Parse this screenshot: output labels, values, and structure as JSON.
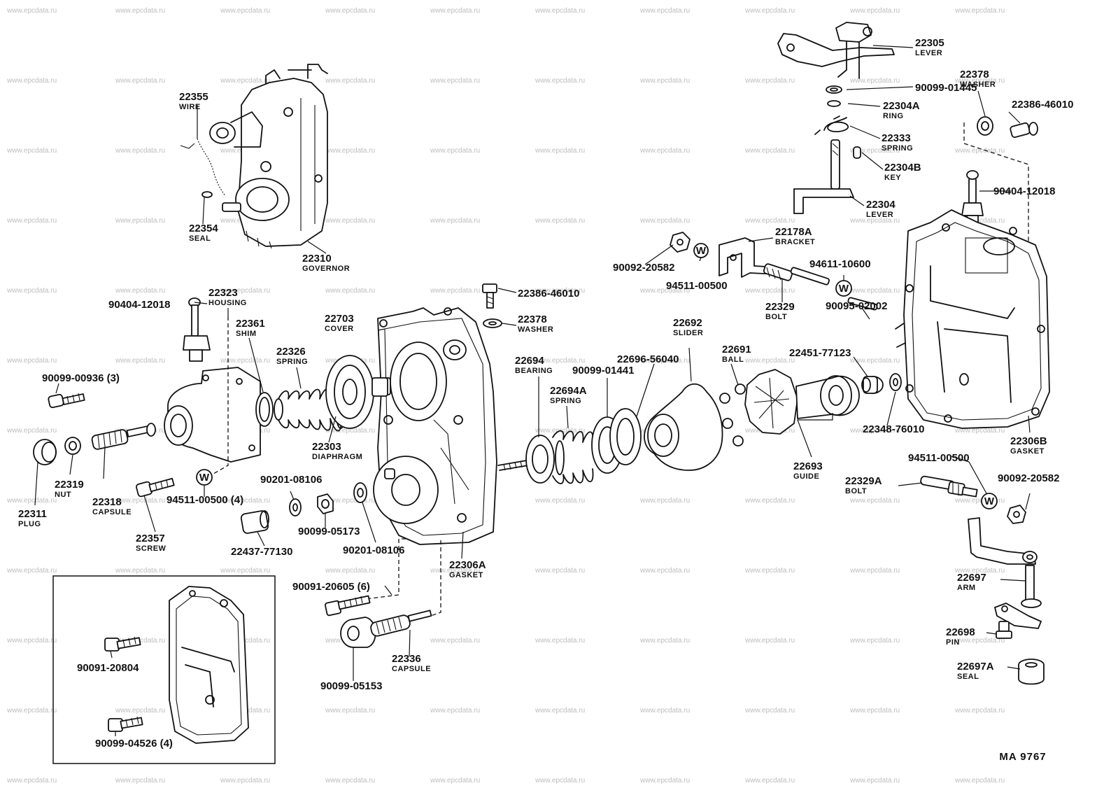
{
  "watermark": "www.epcdata.ru",
  "reference": "MA  9767",
  "washer_symbol": "W",
  "parts": [
    {
      "id": "p22305",
      "num": "22305",
      "name": "LEVER"
    },
    {
      "id": "p9009901445",
      "num": "90099-01445",
      "name": ""
    },
    {
      "id": "p22304A",
      "num": "22304A",
      "name": "RING"
    },
    {
      "id": "p22333",
      "num": "22333",
      "name": "SPRING"
    },
    {
      "id": "p22304B",
      "num": "22304B",
      "name": "KEY"
    },
    {
      "id": "p22304",
      "num": "22304",
      "name": "LEVER"
    },
    {
      "id": "p22378r",
      "num": "22378",
      "name": "WASHER"
    },
    {
      "id": "p22386r",
      "num": "22386-46010",
      "name": ""
    },
    {
      "id": "p90404r",
      "num": "90404-12018",
      "name": ""
    },
    {
      "id": "p22355",
      "num": "22355",
      "name": "WIRE"
    },
    {
      "id": "p22354",
      "num": "22354",
      "name": "SEAL"
    },
    {
      "id": "p22310",
      "num": "22310",
      "name": "GOVERNOR"
    },
    {
      "id": "p22178A",
      "num": "22178A",
      "name": "BRACKET"
    },
    {
      "id": "p9009220582a",
      "num": "90092-20582",
      "name": ""
    },
    {
      "id": "p9461110600",
      "num": "94611-10600",
      "name": ""
    },
    {
      "id": "p9451100500a",
      "num": "94511-00500",
      "name": ""
    },
    {
      "id": "p22329",
      "num": "22329",
      "name": "BOLT"
    },
    {
      "id": "p9009502002",
      "num": "90095-02002",
      "name": ""
    },
    {
      "id": "p22386c",
      "num": "22386-46010",
      "name": ""
    },
    {
      "id": "p22378c",
      "num": "22378",
      "name": "WASHER"
    },
    {
      "id": "p22323",
      "num": "22323",
      "name": "HOUSING"
    },
    {
      "id": "p90404l",
      "num": "90404-12018",
      "name": ""
    },
    {
      "id": "p22361",
      "num": "22361",
      "name": "SHIM"
    },
    {
      "id": "p22326",
      "num": "22326",
      "name": "SPRING"
    },
    {
      "id": "p22703",
      "num": "22703",
      "name": "COVER"
    },
    {
      "id": "p22692",
      "num": "22692",
      "name": "SLIDER"
    },
    {
      "id": "p22691",
      "num": "22691",
      "name": "BALL"
    },
    {
      "id": "p2269656040",
      "num": "22696-56040",
      "name": ""
    },
    {
      "id": "p2245177123",
      "num": "22451-77123",
      "name": ""
    },
    {
      "id": "p22694",
      "num": "22694",
      "name": "BEARING"
    },
    {
      "id": "p9009901441",
      "num": "90099-01441",
      "name": ""
    },
    {
      "id": "p22694A",
      "num": "22694A",
      "name": "SPRING"
    },
    {
      "id": "p9009900936",
      "num": "90099-00936 (3)",
      "name": ""
    },
    {
      "id": "p22303",
      "num": "22303",
      "name": "DIAPHRAGM"
    },
    {
      "id": "p2234876010",
      "num": "22348-76010",
      "name": ""
    },
    {
      "id": "p22306B",
      "num": "22306B",
      "name": "GASKET"
    },
    {
      "id": "p22693",
      "num": "22693",
      "name": "GUIDE"
    },
    {
      "id": "p9451100500b",
      "num": "94511-00500",
      "name": ""
    },
    {
      "id": "p22329A",
      "num": "22329A",
      "name": "BOLT"
    },
    {
      "id": "p9009220582b",
      "num": "90092-20582",
      "name": ""
    },
    {
      "id": "p22319",
      "num": "22319",
      "name": "NUT"
    },
    {
      "id": "p22318",
      "num": "22318",
      "name": "CAPSULE"
    },
    {
      "id": "p22311",
      "num": "22311",
      "name": "PLUG"
    },
    {
      "id": "p9451100500c",
      "num": "94511-00500 (4)",
      "name": ""
    },
    {
      "id": "p9020108106a",
      "num": "90201-08106",
      "name": ""
    },
    {
      "id": "p9009905173",
      "num": "90099-05173",
      "name": ""
    },
    {
      "id": "p22357",
      "num": "22357",
      "name": "SCREW"
    },
    {
      "id": "p2243777130",
      "num": "22437-77130",
      "name": ""
    },
    {
      "id": "p9020108106b",
      "num": "90201-08106",
      "name": ""
    },
    {
      "id": "p22306A",
      "num": "22306A",
      "name": "GASKET"
    },
    {
      "id": "p22697",
      "num": "22697",
      "name": "ARM"
    },
    {
      "id": "p9009120605",
      "num": "90091-20605 (6)",
      "name": ""
    },
    {
      "id": "p22698",
      "num": "22698",
      "name": "PIN"
    },
    {
      "id": "p22336",
      "num": "22336",
      "name": "CAPSULE"
    },
    {
      "id": "p22697A",
      "num": "22697A",
      "name": "SEAL"
    },
    {
      "id": "p9009905153",
      "num": "90099-05153",
      "name": ""
    },
    {
      "id": "p9009120804",
      "num": "90091-20804",
      "name": ""
    },
    {
      "id": "p9009904526",
      "num": "90099-04526 (4)",
      "name": ""
    }
  ]
}
